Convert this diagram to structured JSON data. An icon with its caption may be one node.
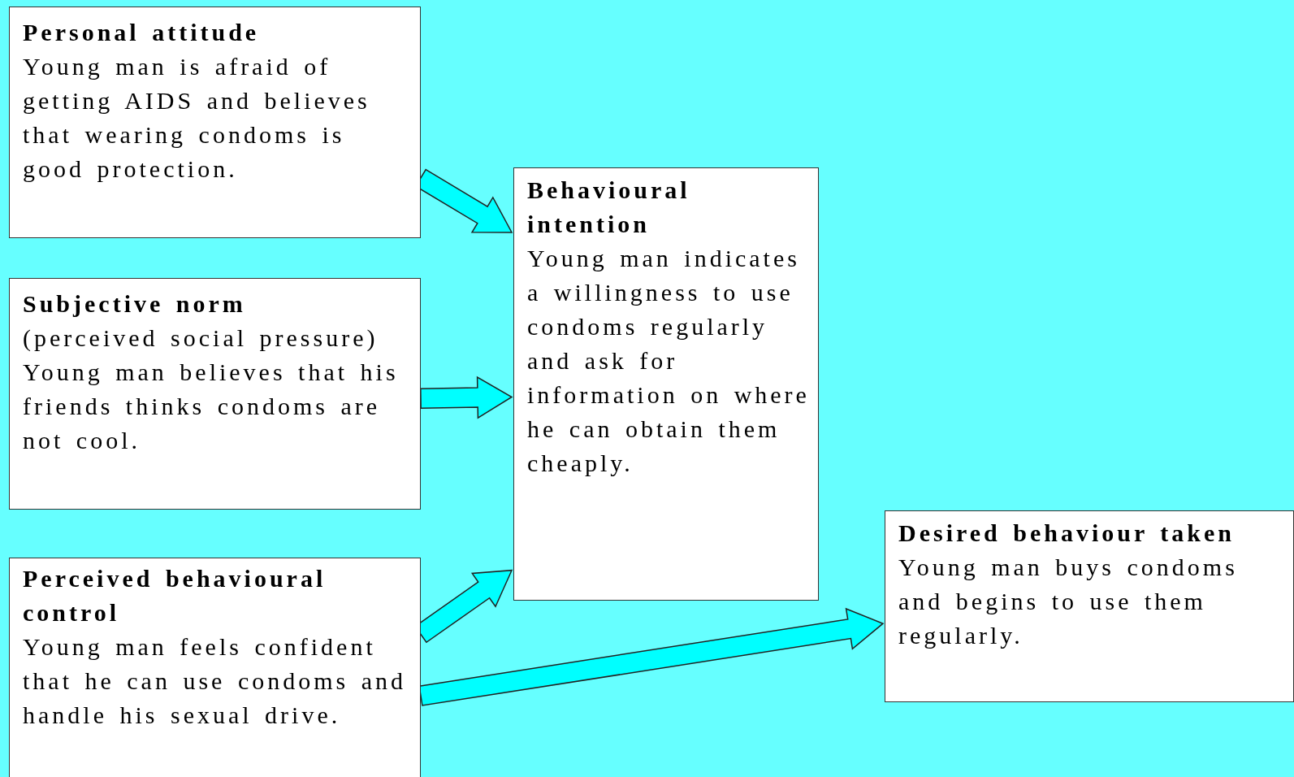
{
  "diagram": {
    "nodes": [
      {
        "text": [
          "Personal attitude",
          "Young man is afraid of getting AIDS and believes that wearing condoms is good protection."
        ]
      },
      {
        "text": [
          "Subjective norm",
          "(perceived social pressure)",
          "Young man believes that his friends thinks condoms are not cool."
        ]
      },
      {
        "text": [
          "Perceived behavioural control",
          "Young man feels confident that he can use condoms and handle his sexual drive."
        ]
      },
      {
        "text": [
          "Behavioural intention",
          "Young man indicates a willingness to use condoms regularly and ask for information on where he can obtain them cheaply."
        ]
      },
      {
        "text": [
          "Desired behaviour taken",
          "Young man buys condoms and begins to use them regularly."
        ]
      }
    ],
    "edges": [
      {
        "from": 0,
        "to": 3,
        "arrow": "to"
      },
      {
        "from": 1,
        "to": 3,
        "arrow": "to"
      },
      {
        "from": 2,
        "to": 3,
        "arrow": "to"
      },
      {
        "from": 2,
        "to": 4,
        "arrow": "to"
      }
    ]
  }
}
